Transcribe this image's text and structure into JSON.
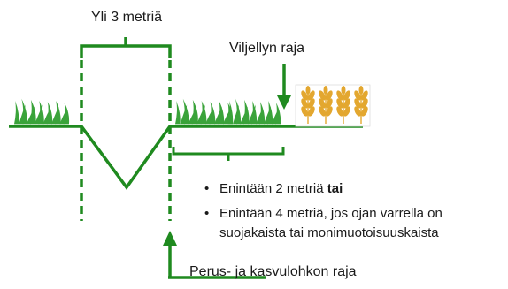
{
  "labels": {
    "width_over": "Yli 3 metriä",
    "field_edge": "Viljellyn raja",
    "parcel_boundary": "Perus- ja kasvulohkon raja"
  },
  "rules": [
    {
      "text": "Enintään 2 metriä",
      "emphasis": "tai"
    },
    {
      "line1": "Enintään 4 metriä, jos ojan varrella on",
      "line2": "suojakaista tai monimuotoisuuskaista"
    }
  ],
  "colors": {
    "accent_green": "#1f8a1f",
    "grass_green": "#3aa33a",
    "wheat_gold": "#e3a72f",
    "text": "#1a1a1a"
  },
  "icons": [
    "grass-tuft-icon",
    "wheat-icon",
    "down-arrow-icon",
    "up-arrow-icon"
  ]
}
